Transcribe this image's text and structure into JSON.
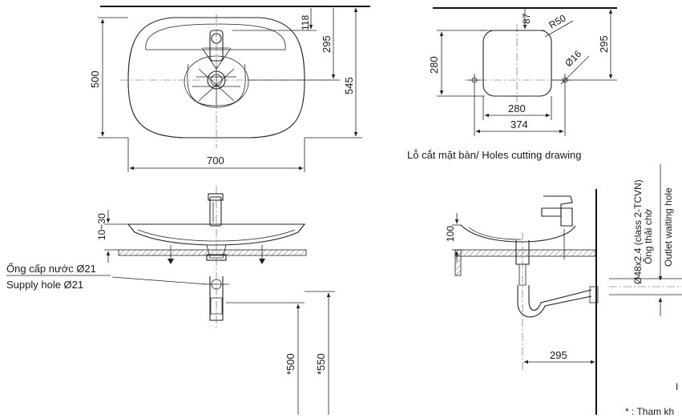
{
  "top_view": {
    "dim_width": "700",
    "dim_depth": "500",
    "dim_tap_offset": "118",
    "dim_drain_offset": "295",
    "dim_total": "545"
  },
  "cutout": {
    "dim_top": "87",
    "dim_radius": "R50",
    "dim_hole": "Ø16",
    "dim_height": "280",
    "dim_right": "295",
    "dim_width": "280",
    "dim_overall": "374",
    "caption": "Lỗ cắt mặt bàn/ Holes cutting drawing"
  },
  "front_view": {
    "dim_mount": "10~30",
    "supply_label_vi": "Ống cấp nước Ø21",
    "supply_label_en": "Supply hole Ø21",
    "dim_500": "*500",
    "dim_550": "*550"
  },
  "side_view": {
    "dim_height": "100",
    "dim_waste": "295",
    "outlet_spec": "Ø48x2.4 (class 2-TCVN)",
    "outlet_vi": "Ống thải chờ",
    "outlet_en": "Outlet waiting hole",
    "footnote": "* : Tham kh",
    "cut_glyph": "I"
  }
}
